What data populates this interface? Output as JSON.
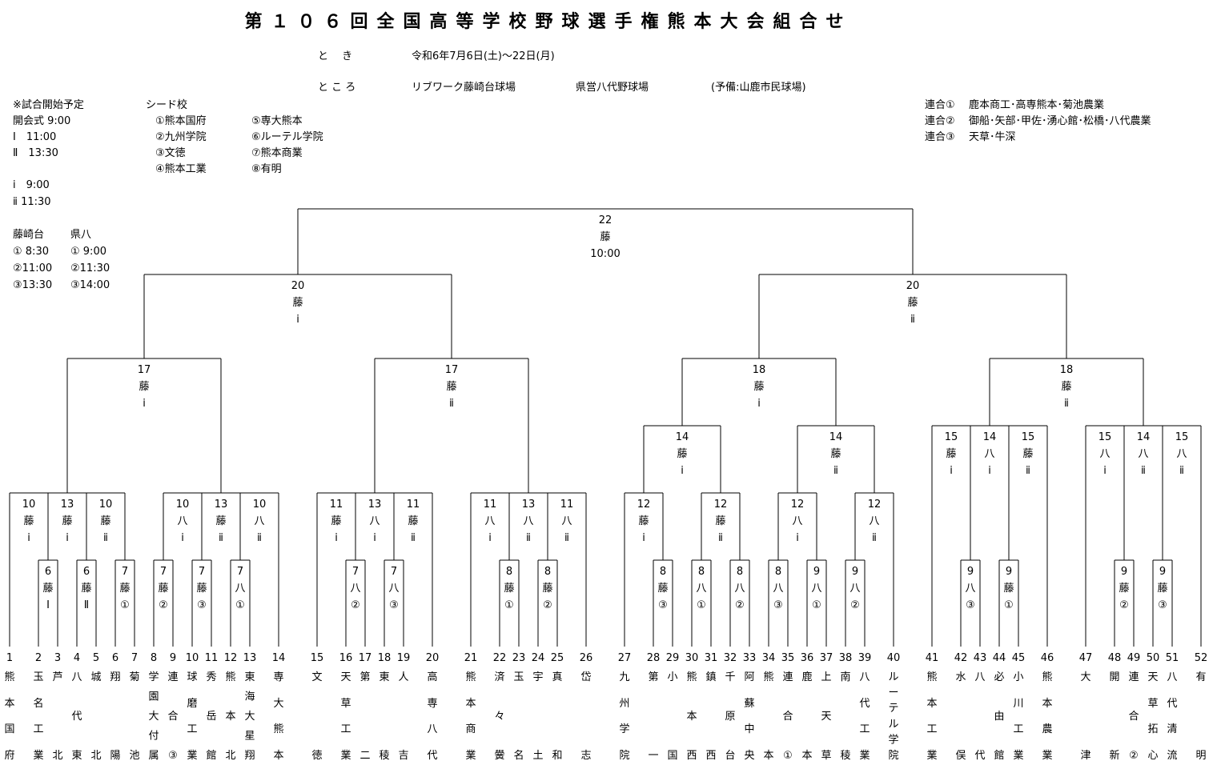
{
  "title": "第１０６回全国高等学校野球選手権熊本大会組合せ",
  "header": {
    "toki_label": "と　 き",
    "toki_value": "令和6年7月6日(土)～22日(月)",
    "tokoro_label": "と こ ろ",
    "venue1": "リブワーク藤崎台球場",
    "venue2": "県営八代野球場",
    "venue3": "(予備:山鹿市民球場)"
  },
  "schedule": {
    "heading": "※試合開始予定",
    "lines": [
      "開会式 9:00",
      "Ⅰ　11:00",
      "Ⅱ　13:30",
      "",
      "ⅰ　9:00",
      "ⅱ 11:30"
    ],
    "venue_heads": [
      "藤崎台",
      "県八"
    ],
    "fujisaki": [
      "① 8:30",
      "②11:00",
      "③13:30"
    ],
    "kenpachi": [
      "① 9:00",
      "②11:30",
      "③14:00"
    ]
  },
  "seeds": {
    "heading": "シード校",
    "col1": [
      "①熊本国府",
      "②九州学院",
      "③文徳",
      "④熊本工業"
    ],
    "col2": [
      "⑤専大熊本",
      "⑥ルーテル学院",
      "⑦熊本商業",
      "⑧有明"
    ]
  },
  "rengo": [
    {
      "label": "連合①",
      "schools": "鹿本商工･高専熊本･菊池農業"
    },
    {
      "label": "連合②",
      "schools": "御船･矢部･甲佐･湧心館･松橋･八代農業"
    },
    {
      "label": "連合③",
      "schools": "天草･牛深"
    }
  ],
  "teams": [
    {
      "no": "1",
      "name": "熊本国府"
    },
    {
      "no": "2",
      "name": "玉名工業"
    },
    {
      "no": "3",
      "name": "芦北"
    },
    {
      "no": "4",
      "name": "八代東"
    },
    {
      "no": "5",
      "name": "城北"
    },
    {
      "no": "6",
      "name": "翔陽"
    },
    {
      "no": "7",
      "name": "菊池"
    },
    {
      "no": "8",
      "name": "学園大付属"
    },
    {
      "no": "9",
      "name": "連合③"
    },
    {
      "no": "10",
      "name": "球磨工業"
    },
    {
      "no": "11",
      "name": "秀岳館"
    },
    {
      "no": "12",
      "name": "熊本北"
    },
    {
      "no": "13",
      "name": "東海大星翔"
    },
    {
      "no": "14",
      "name": "専大熊本"
    },
    {
      "no": "15",
      "name": "文徳"
    },
    {
      "no": "16",
      "name": "天草工業"
    },
    {
      "no": "17",
      "name": "第二"
    },
    {
      "no": "18",
      "name": "東稜"
    },
    {
      "no": "19",
      "name": "人吉"
    },
    {
      "no": "20",
      "name": "高専八代"
    },
    {
      "no": "21",
      "name": "熊本商業"
    },
    {
      "no": "22",
      "name": "済々黌"
    },
    {
      "no": "23",
      "name": "玉名"
    },
    {
      "no": "24",
      "name": "宇土"
    },
    {
      "no": "25",
      "name": "真和"
    },
    {
      "no": "26",
      "name": "岱志"
    },
    {
      "no": "27",
      "name": "九州学院"
    },
    {
      "no": "28",
      "name": "第一"
    },
    {
      "no": "29",
      "name": "小国"
    },
    {
      "no": "30",
      "name": "熊本西"
    },
    {
      "no": "31",
      "name": "鎮西"
    },
    {
      "no": "32",
      "name": "千原台"
    },
    {
      "no": "33",
      "name": "阿蘇中央"
    },
    {
      "no": "34",
      "name": "熊本"
    },
    {
      "no": "35",
      "name": "連合①"
    },
    {
      "no": "36",
      "name": "鹿本"
    },
    {
      "no": "37",
      "name": "上天草"
    },
    {
      "no": "38",
      "name": "南稜"
    },
    {
      "no": "39",
      "name": "八代工業"
    },
    {
      "no": "40",
      "name": "ルーテル学院"
    },
    {
      "no": "41",
      "name": "熊本工業"
    },
    {
      "no": "42",
      "name": "水俣"
    },
    {
      "no": "43",
      "name": "八代"
    },
    {
      "no": "44",
      "name": "必由館"
    },
    {
      "no": "45",
      "name": "小川工業"
    },
    {
      "no": "46",
      "name": "熊本農業"
    },
    {
      "no": "47",
      "name": "大津"
    },
    {
      "no": "48",
      "name": "開新"
    },
    {
      "no": "49",
      "name": "連合②"
    },
    {
      "no": "50",
      "name": "天草拓心"
    },
    {
      "no": "51",
      "name": "八代清流"
    },
    {
      "no": "52",
      "name": "有明"
    }
  ],
  "matches": [
    {
      "day": "6",
      "venue": "藤",
      "slot": "Ⅰ"
    },
    {
      "day": "6",
      "venue": "藤",
      "slot": "Ⅱ"
    },
    {
      "day": "7",
      "venue": "藤",
      "slot": "①"
    },
    {
      "day": "7",
      "venue": "藤",
      "slot": "②"
    },
    {
      "day": "7",
      "venue": "藤",
      "slot": "③"
    },
    {
      "day": "7",
      "venue": "八",
      "slot": "①"
    },
    {
      "day": "7",
      "venue": "八",
      "slot": "②"
    },
    {
      "day": "7",
      "venue": "八",
      "slot": "③"
    },
    {
      "day": "8",
      "venue": "藤",
      "slot": "①"
    },
    {
      "day": "8",
      "venue": "藤",
      "slot": "②"
    },
    {
      "day": "8",
      "venue": "藤",
      "slot": "③"
    },
    {
      "day": "8",
      "venue": "八",
      "slot": "①"
    },
    {
      "day": "8",
      "venue": "八",
      "slot": "②"
    },
    {
      "day": "8",
      "venue": "八",
      "slot": "③"
    },
    {
      "day": "9",
      "venue": "八",
      "slot": "①"
    },
    {
      "day": "9",
      "venue": "八",
      "slot": "②"
    },
    {
      "day": "9",
      "venue": "八",
      "slot": "③"
    },
    {
      "day": "9",
      "venue": "藤",
      "slot": "①"
    },
    {
      "day": "9",
      "venue": "藤",
      "slot": "②"
    },
    {
      "day": "9",
      "venue": "藤",
      "slot": "③"
    },
    {
      "day": "10",
      "venue": "藤",
      "slot": "ⅰ"
    },
    {
      "day": "10",
      "venue": "藤",
      "slot": "ⅱ"
    },
    {
      "day": "10",
      "venue": "八",
      "slot": "ⅰ"
    },
    {
      "day": "10",
      "venue": "八",
      "slot": "ⅱ"
    },
    {
      "day": "11",
      "venue": "藤",
      "slot": "ⅰ"
    },
    {
      "day": "11",
      "venue": "藤",
      "slot": "ⅱ"
    },
    {
      "day": "11",
      "venue": "八",
      "slot": "ⅰ"
    },
    {
      "day": "11",
      "venue": "八",
      "slot": "ⅱ"
    },
    {
      "day": "12",
      "venue": "藤",
      "slot": "ⅰ"
    },
    {
      "day": "12",
      "venue": "藤",
      "slot": "ⅱ"
    },
    {
      "day": "12",
      "venue": "八",
      "slot": "ⅰ"
    },
    {
      "day": "12",
      "venue": "八",
      "slot": "ⅱ"
    },
    {
      "day": "13",
      "venue": "藤",
      "slot": "ⅰ"
    },
    {
      "day": "13",
      "venue": "藤",
      "slot": "ⅱ"
    },
    {
      "day": "13",
      "venue": "八",
      "slot": "ⅰ"
    },
    {
      "day": "13",
      "venue": "八",
      "slot": "ⅱ"
    },
    {
      "day": "14",
      "venue": "藤",
      "slot": "ⅰ"
    },
    {
      "day": "14",
      "venue": "藤",
      "slot": "ⅱ"
    },
    {
      "day": "14",
      "venue": "八",
      "slot": "ⅰ"
    },
    {
      "day": "14",
      "venue": "八",
      "slot": "ⅱ"
    },
    {
      "day": "15",
      "venue": "藤",
      "slot": "ⅰ"
    },
    {
      "day": "15",
      "venue": "藤",
      "slot": "ⅱ"
    },
    {
      "day": "15",
      "venue": "八",
      "slot": "ⅰ"
    },
    {
      "day": "15",
      "venue": "八",
      "slot": "ⅱ"
    },
    {
      "day": "17",
      "venue": "藤",
      "slot": "ⅰ"
    },
    {
      "day": "17",
      "venue": "藤",
      "slot": "ⅱ"
    },
    {
      "day": "18",
      "venue": "藤",
      "slot": "ⅰ"
    },
    {
      "day": "18",
      "venue": "藤",
      "slot": "ⅱ"
    },
    {
      "day": "20",
      "venue": "藤",
      "slot": "ⅰ"
    },
    {
      "day": "20",
      "venue": "藤",
      "slot": "ⅱ"
    },
    {
      "day": "22",
      "venue": "藤",
      "slot": "10:00"
    }
  ]
}
